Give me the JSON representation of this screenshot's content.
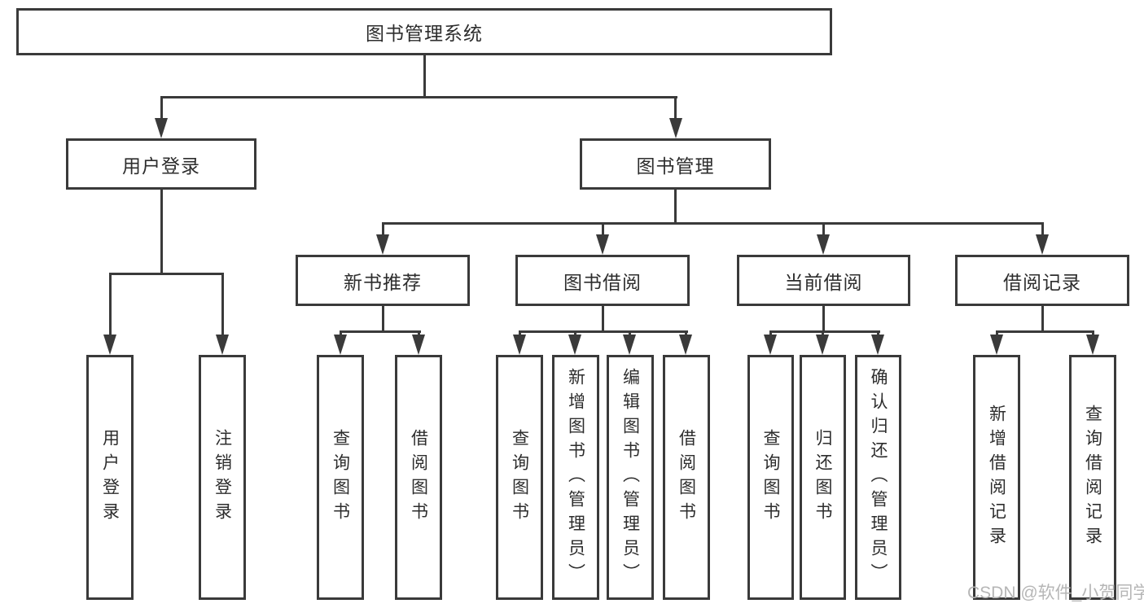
{
  "nodes": {
    "root": "图书管理系统",
    "user_login": "用户登录",
    "book_mgmt": "图书管理",
    "new_book_rec": "新书推荐",
    "book_borrow": "图书借阅",
    "current_borrow": "当前借阅",
    "borrow_record": "借阅记录",
    "leaf_user_login": "用户登录",
    "leaf_logout": "注销登录",
    "leaf_query_book_rec": "查询图书",
    "leaf_borrow_book_rec": "借阅图书",
    "leaf_query_book_borrow": "查询图书",
    "leaf_add_book": "新增图书（管理员）",
    "leaf_edit_book": "编辑图书（管理员）",
    "leaf_borrow_book": "借阅图书",
    "leaf_query_book_current": "查询图书",
    "leaf_return_book": "归还图书",
    "leaf_confirm_return": "确认归还（管理员）",
    "leaf_add_borrow_record": "新增借阅记录",
    "leaf_query_borrow_record": "查询借阅记录"
  },
  "watermark": {
    "text": "CSDN @软件_小贺同学",
    "color": "#b6b6b6"
  },
  "colors": {
    "line": "#3a3a3a",
    "text": "#2d2d2d",
    "background": "#ffffff"
  }
}
